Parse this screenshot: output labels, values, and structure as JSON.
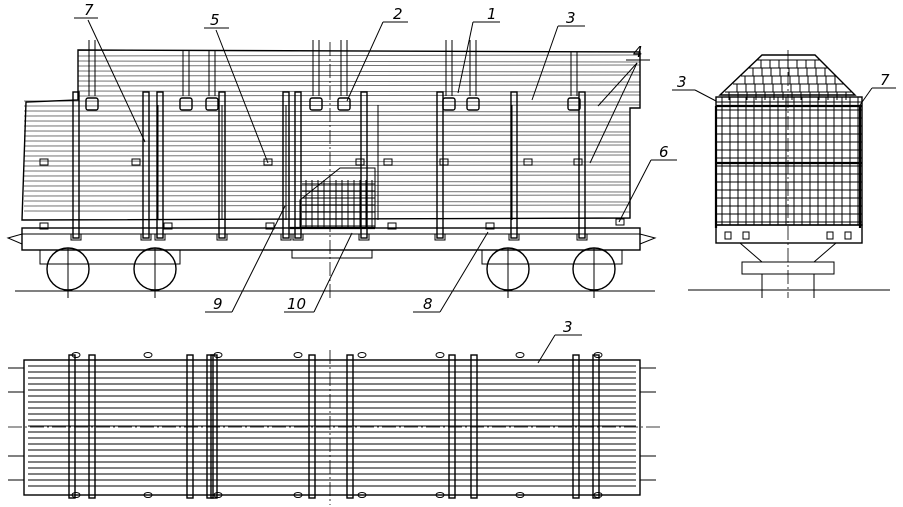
{
  "callouts": [
    {
      "id": "c1",
      "text": "1"
    },
    {
      "id": "c2",
      "text": "2"
    },
    {
      "id": "c3a",
      "text": "3"
    },
    {
      "id": "c4",
      "text": "4"
    },
    {
      "id": "c5",
      "text": "5"
    },
    {
      "id": "c6",
      "text": "6"
    },
    {
      "id": "c7a",
      "text": "7"
    },
    {
      "id": "c8",
      "text": "8"
    },
    {
      "id": "c9",
      "text": "9"
    },
    {
      "id": "c10",
      "text": "10"
    },
    {
      "id": "c3b",
      "text": "3"
    },
    {
      "id": "c7b",
      "text": "7"
    },
    {
      "id": "c3c",
      "text": "3"
    }
  ]
}
